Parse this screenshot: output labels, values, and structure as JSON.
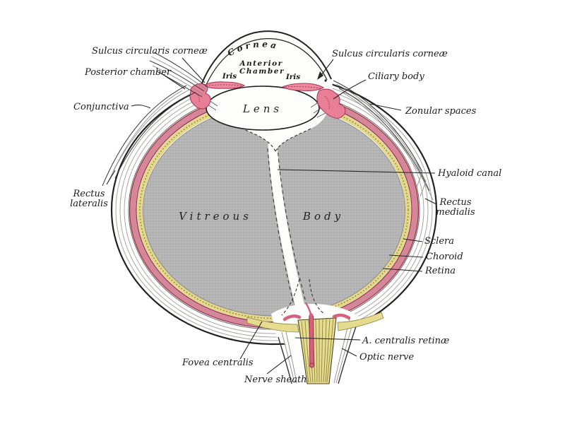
{
  "figure": {
    "background": "#ffffff",
    "colors": {
      "sclera_fill": "#f7f6f1",
      "choroid_pink": "#d5879a",
      "choroid_dark_red": "#973049",
      "retina_yellow": "#e2d88c",
      "retina_dot_brown": "#8a6f2f",
      "vitreous_gray": "#b5b5b5",
      "vitreous_dot": "#a2a2a2",
      "iris_pink": "#ec8ba0",
      "ciliary_pink": "#e87f97",
      "pink_dark_edge": "#a33553",
      "nerve_yellow": "#e5dc90",
      "artery_pink": "#d4627f",
      "line_black": "#1e1e1e"
    },
    "labels": {
      "sulcus_left": "Sulcus circularis corneæ",
      "posterior_chamber": "Posterior chamber",
      "conjunctiva": "Conjunctiva",
      "cornea": "Cornea",
      "anterior_chamber_line1": "Anterior",
      "anterior_chamber_line2": "Chamber",
      "iris_left": "Iris",
      "iris_right": "Iris",
      "sulcus_right": "Sulcus circularis corneæ",
      "ciliary_body": "Ciliary body",
      "zonular_spaces": "Zonular spaces",
      "lens": "Lens",
      "hyaloid_canal": "Hyaloid canal",
      "rectus_lateralis_line1": "Rectus",
      "rectus_lateralis_line2": "lateralis",
      "rectus_medialis_line1": "Rectus",
      "rectus_medialis_line2": "medialis",
      "vitreous": "Vitreous",
      "body": "Body",
      "sclera": "Sclera",
      "choroid": "Choroid",
      "retina": "Retina",
      "a_centralis_retinae": "A. centralis retinæ",
      "fovea_centralis": "Fovea centralis",
      "optic_nerve": "Optic nerve",
      "nerve_sheath": "Nerve sheath"
    }
  }
}
